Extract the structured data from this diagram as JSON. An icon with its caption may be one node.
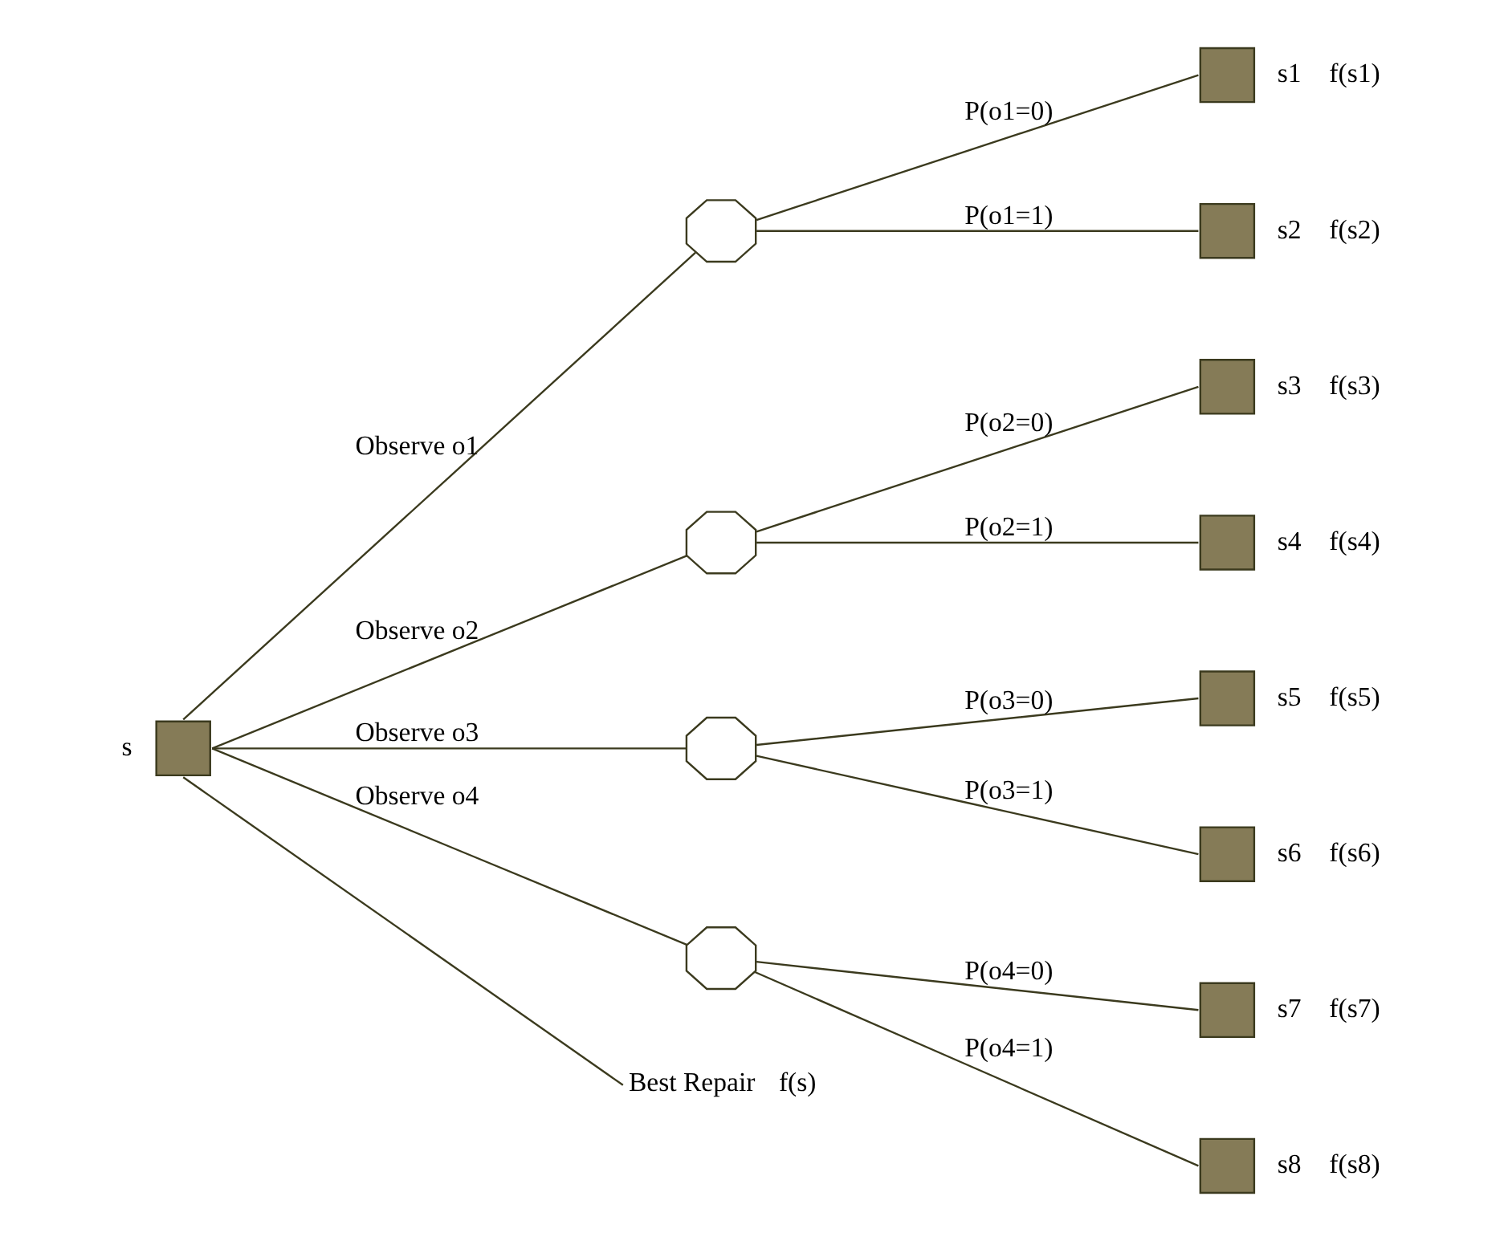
{
  "diagram": {
    "nodes": [
      {
        "text": [],
        "shape": "box",
        "beside": [
          "s"
        ]
      },
      {
        "text": [],
        "shape": "circle"
      },
      {
        "text": [],
        "shape": "circle"
      },
      {
        "text": [],
        "shape": "circle"
      },
      {
        "text": [],
        "shape": "circle"
      },
      {
        "text": [],
        "shape": "box",
        "beside": [
          "s1",
          "f(s1)"
        ]
      },
      {
        "text": [],
        "shape": "box",
        "beside": [
          "s2",
          "f(s2)"
        ]
      },
      {
        "text": [],
        "shape": "box",
        "beside": [
          "s3",
          "f(s3)"
        ]
      },
      {
        "text": [],
        "shape": "box",
        "beside": [
          "s4",
          "f(s4)"
        ]
      },
      {
        "text": [],
        "shape": "box",
        "beside": [
          "s5",
          "f(s5)"
        ]
      },
      {
        "text": [],
        "shape": "box",
        "beside": [
          "s6",
          "f(s6)"
        ]
      },
      {
        "text": [],
        "shape": "box",
        "beside": [
          "s7",
          "f(s7)"
        ]
      },
      {
        "text": [],
        "shape": "box",
        "beside": [
          "s8",
          "f(s8)"
        ]
      },
      {
        "text": [
          "Best Repair"
        ],
        "beside": [
          "f(s)"
        ]
      }
    ],
    "edges": [
      {
        "from": 0,
        "to": 1,
        "arrow": "none",
        "label": "Observe o1"
      },
      {
        "from": 0,
        "to": 2,
        "arrow": "none",
        "label": "Observe o2"
      },
      {
        "from": 0,
        "to": 3,
        "arrow": "none",
        "label": "Observe o3"
      },
      {
        "from": 0,
        "to": 4,
        "arrow": "none",
        "label": "Observe o4"
      },
      {
        "from": 0,
        "to": 13,
        "arrow": "none"
      },
      {
        "from": 1,
        "to": 5,
        "arrow": "none",
        "label": "P(o1=0)"
      },
      {
        "from": 1,
        "to": 6,
        "arrow": "none",
        "label": "P(o1=1)"
      },
      {
        "from": 2,
        "to": 7,
        "arrow": "none",
        "label": "P(o2=0)"
      },
      {
        "from": 2,
        "to": 8,
        "arrow": "none",
        "label": "P(o2=1)"
      },
      {
        "from": 3,
        "to": 9,
        "arrow": "none",
        "label": "P(o3=0)"
      },
      {
        "from": 3,
        "to": 10,
        "arrow": "none",
        "label": "P(o3=1)"
      },
      {
        "from": 4,
        "to": 11,
        "arrow": "none",
        "label": "P(o4=0)"
      },
      {
        "from": 4,
        "to": 12,
        "arrow": "none",
        "label": "P(o4=1)"
      }
    ]
  }
}
